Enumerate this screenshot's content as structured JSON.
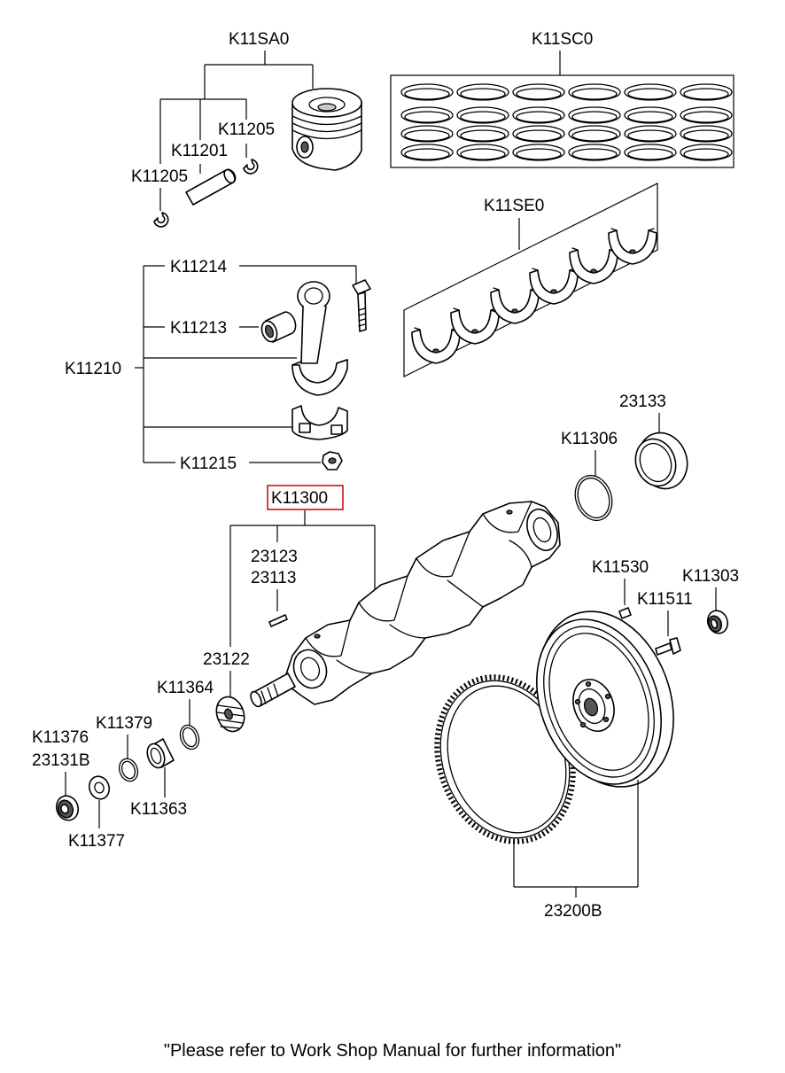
{
  "parts": {
    "piston_kit": "K11SA0",
    "ring_set": "K11SC0",
    "bearing_set": "K11SE0",
    "snap_ring_right": "K11205",
    "piston_pin": "K11201",
    "snap_ring_left": "K11205",
    "conrod_bolt": "K11214",
    "conrod_bush": "K11213",
    "conrod_assy": "K11210",
    "conrod_nut": "K11215",
    "crankshaft_assy": "K11300",
    "rear_seal": "23133",
    "o_ring_rear": "K11306",
    "key_a": "23123",
    "key_b": "23113",
    "timing_gear": "23122",
    "o_ring_front": "K11364",
    "spacer_ring": "K11379",
    "front_seal_a": "K11376",
    "front_seal_b": "23131B",
    "sleeve": "K11363",
    "washer": "K11377",
    "dowel_pin": "K11530",
    "flywheel_bolt": "K11511",
    "pilot_bearing": "K11303",
    "flywheel_assy": "23200B"
  },
  "highlight_color": "#cc0000",
  "footer": "\"Please refer to Work Shop Manual for further information\""
}
